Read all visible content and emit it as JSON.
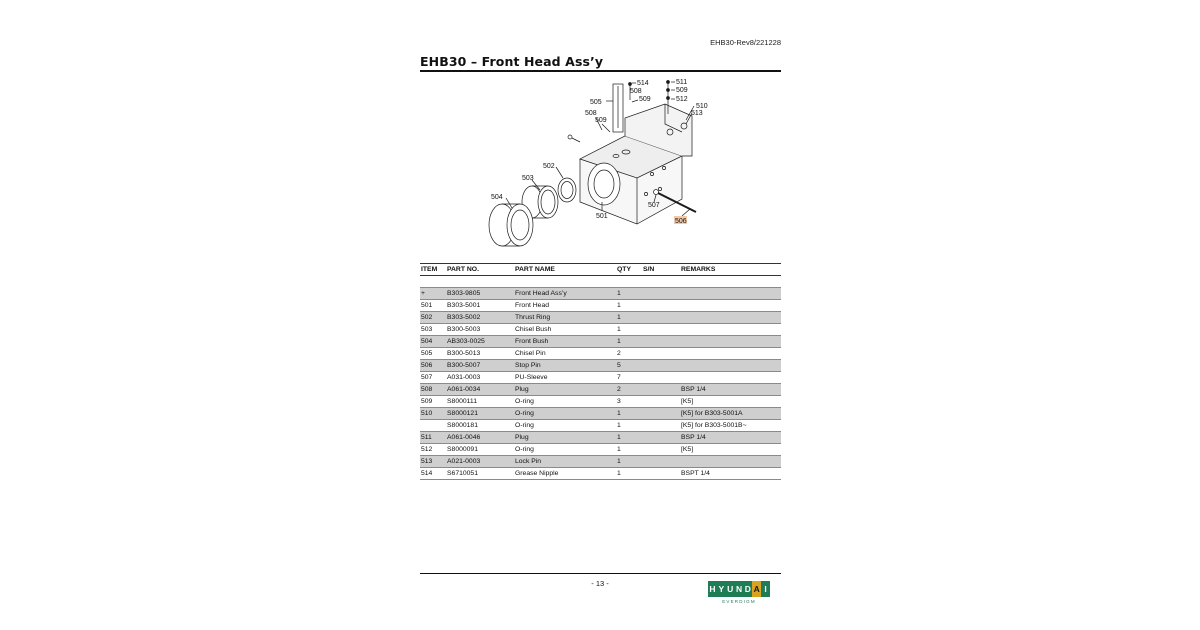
{
  "header": {
    "doc_code": "EHB30-Rev8/221228",
    "title": "EHB30 – Front Head Ass’y"
  },
  "diagram": {
    "callouts": [
      "514",
      "511",
      "509",
      "512",
      "510",
      "513",
      "508",
      "509",
      "505",
      "508",
      "509",
      "502",
      "503",
      "504",
      "501",
      "507",
      "506"
    ],
    "highlighted_callout": "506"
  },
  "table": {
    "headers": [
      "ITEM",
      "PART NO.",
      "PART NAME",
      "QTY",
      "S/N",
      "REMARKS"
    ],
    "rows": [
      {
        "item": "+",
        "part_no": "B303-9805",
        "name": "Front Head Ass’y",
        "qty": "1",
        "sn": "",
        "remarks": ""
      },
      {
        "item": "501",
        "part_no": "B303-5001",
        "name": "Front Head",
        "qty": "1",
        "sn": "",
        "remarks": ""
      },
      {
        "item": "502",
        "part_no": "B303-5002",
        "name": "Thrust Ring",
        "qty": "1",
        "sn": "",
        "remarks": ""
      },
      {
        "item": "503",
        "part_no": "B300-5003",
        "name": "Chisel Bush",
        "qty": "1",
        "sn": "",
        "remarks": ""
      },
      {
        "item": "504",
        "part_no": "AB303-0025",
        "name": "Front Bush",
        "qty": "1",
        "sn": "",
        "remarks": ""
      },
      {
        "item": "505",
        "part_no": "B300-5013",
        "name": "Chisel Pin",
        "qty": "2",
        "sn": "",
        "remarks": ""
      },
      {
        "item": "506",
        "part_no": "B300-5007",
        "name": "Stop Pin",
        "qty": "5",
        "sn": "",
        "remarks": ""
      },
      {
        "item": "507",
        "part_no": "A031-0003",
        "name": "PU-Sleeve",
        "qty": "7",
        "sn": "",
        "remarks": ""
      },
      {
        "item": "508",
        "part_no": "A061-0034",
        "name": "Plug",
        "qty": "2",
        "sn": "",
        "remarks": "BSP 1/4"
      },
      {
        "item": "509",
        "part_no": "S8000111",
        "name": "O-ring",
        "qty": "3",
        "sn": "",
        "remarks": "[K5]"
      },
      {
        "item": "510",
        "part_no": "S8000121",
        "name": "O-ring",
        "qty": "1",
        "sn": "",
        "remarks": "[K5] for B303-5001A"
      },
      {
        "item": "",
        "part_no": "S8000181",
        "name": "O-ring",
        "qty": "1",
        "sn": "",
        "remarks": "[K5] for B303-5001B~"
      },
      {
        "item": "511",
        "part_no": "A061-0046",
        "name": "Plug",
        "qty": "1",
        "sn": "",
        "remarks": "BSP 1/4"
      },
      {
        "item": "512",
        "part_no": "S8000091",
        "name": "O-ring",
        "qty": "1",
        "sn": "",
        "remarks": "[K5]"
      },
      {
        "item": "513",
        "part_no": "A021-0003",
        "name": "Lock Pin",
        "qty": "1",
        "sn": "",
        "remarks": ""
      },
      {
        "item": "514",
        "part_no": "S6710051",
        "name": "Grease Nipple",
        "qty": "1",
        "sn": "",
        "remarks": "BSPT 1/4"
      }
    ]
  },
  "footer": {
    "page_number": "- 13 -",
    "logo_letters": [
      "H",
      "Y",
      "U",
      "N",
      "D",
      "A",
      "I"
    ],
    "logo_sub": "EVERDIGM"
  },
  "colors": {
    "row_shade": "#cfcfcf",
    "logo_green": "#1f7d55",
    "logo_yellow": "#d8a320",
    "highlight": "#f2c9a8"
  }
}
